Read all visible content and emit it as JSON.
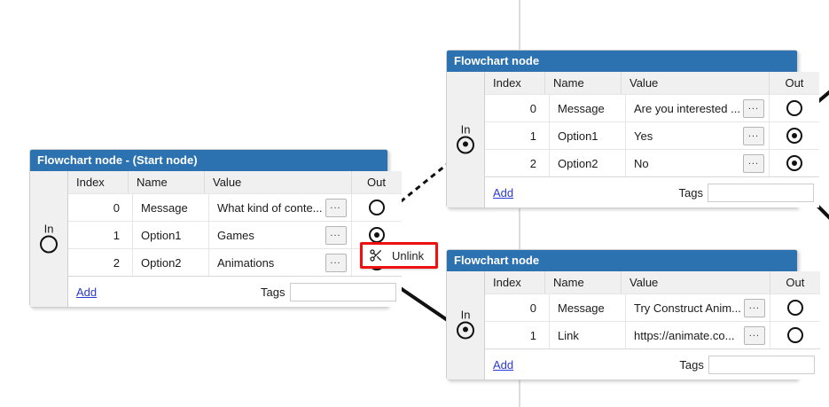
{
  "canvas": {
    "background": "#ffffff",
    "guide_color": "#dcdcdc",
    "accent_blue": "#2c72b0",
    "link_blue": "#2b3ad0",
    "highlight_red": "#ee1111"
  },
  "columns": {
    "index": "Index",
    "name": "Name",
    "value": "Value",
    "out": "Out"
  },
  "labels": {
    "in_port": "In",
    "add": "Add",
    "tags": "Tags",
    "ellipsis": "...",
    "tags_placeholder": ""
  },
  "nodes": [
    {
      "id": "start-node",
      "title": "Flowchart node - (Start node)",
      "tags_value": "",
      "rows": [
        {
          "index": "0",
          "name": "Message",
          "value": "What kind of conte...",
          "out_connected": false
        },
        {
          "index": "1",
          "name": "Option1",
          "value": "Games",
          "out_connected": true
        },
        {
          "index": "2",
          "name": "Option2",
          "value": "Animations",
          "out_connected": true
        }
      ]
    },
    {
      "id": "node-question",
      "title": "Flowchart node",
      "tags_value": "",
      "rows": [
        {
          "index": "0",
          "name": "Message",
          "value": "Are you interested ...",
          "out_connected": false
        },
        {
          "index": "1",
          "name": "Option1",
          "value": "Yes",
          "out_connected": true
        },
        {
          "index": "2",
          "name": "Option2",
          "value": "No",
          "out_connected": true
        }
      ]
    },
    {
      "id": "node-link",
      "title": "Flowchart node",
      "tags_value": "",
      "rows": [
        {
          "index": "0",
          "name": "Message",
          "value": "Try Construct Anim...",
          "out_connected": false
        },
        {
          "index": "1",
          "name": "Link",
          "value": "https://animate.co...",
          "out_connected": false
        }
      ]
    }
  ],
  "context_menu": {
    "label": "Unlink",
    "icon": "scissors-icon"
  }
}
